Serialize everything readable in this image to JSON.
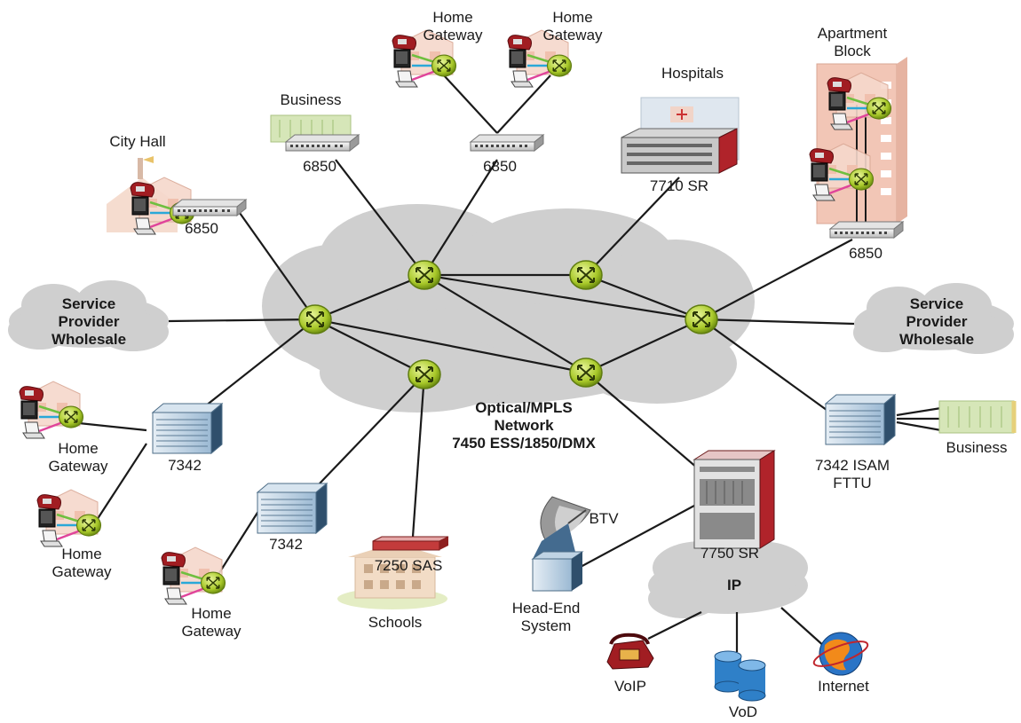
{
  "labels": {
    "home_gateway": "Home Gateway",
    "home": "Home",
    "gateway": "Gateway",
    "business": "Business",
    "city_hall": "City Hall",
    "hospitals": "Hospitals",
    "apartment_block": "Apartment Block",
    "apartment": "Apartment",
    "block": "Block",
    "sw6850": "6850",
    "sr7710": "7710 SR",
    "spw_l1": "Service",
    "spw_l2": "Provider",
    "spw_l3": "Wholesale",
    "core_l1": "Optical/MPLS",
    "core_l2": "Network",
    "core_l3": "7450 ESS/1850/DMX",
    "isam7342": "7342",
    "isam_fttu_l1": "7342 ISAM",
    "isam_fttu_l2": "FTTU",
    "sas7250": "7250 SAS",
    "schools": "Schools",
    "btv": "BTV",
    "headend_l1": "Head-End",
    "headend_l2": "System",
    "sr7750": "7750 SR",
    "ip": "IP",
    "voip": "VoIP",
    "vod": "VoD",
    "internet": "Internet"
  },
  "colors": {
    "cloud": "#cfcfcf",
    "router": "#b5d334",
    "router_ring": "#6f8f12",
    "link": "#1a1a1a",
    "building_pink": "#f2c6b6",
    "building_green": "#d6e6b8",
    "isam_blue": "#7aa6c8",
    "sr_red": "#b0232a",
    "phone_red": "#a11d22"
  }
}
